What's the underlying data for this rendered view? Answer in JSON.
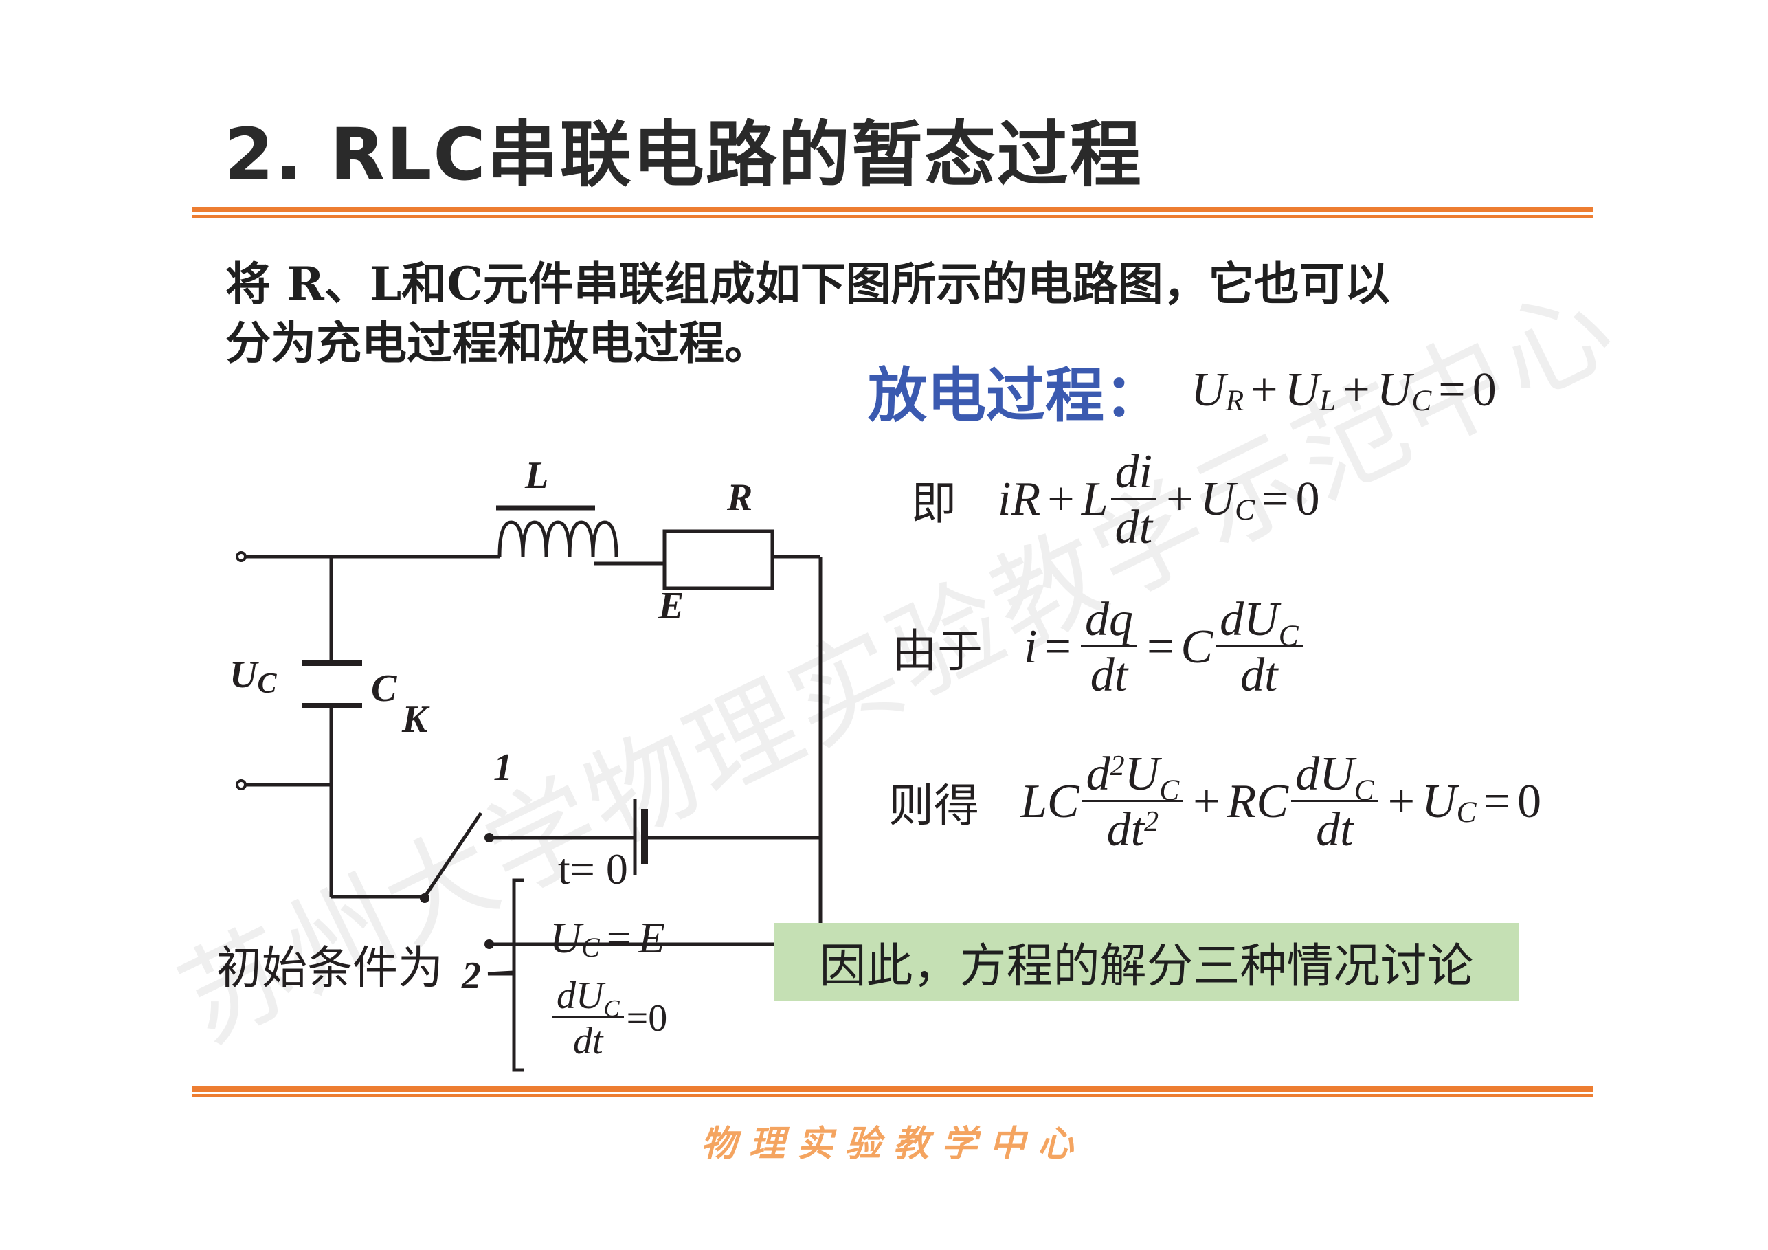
{
  "title": "2. RLC串联电路的暂态过程",
  "intro": {
    "line1": "将 R、L和C元件串联组成如下图所示的电路图，它也可以",
    "line2": "分为充电过程和放电过程。"
  },
  "watermark": "苏州大学物理实验教学示范中心",
  "circuit": {
    "labels": {
      "L": "L",
      "R": "R",
      "Uc_main": "U",
      "Uc_sub": "C",
      "C": "C",
      "E": "E",
      "K": "K",
      "contact1": "1",
      "contact2": "2"
    }
  },
  "discharge": {
    "label": "放电过程：",
    "eq": {
      "U1": "U",
      "s1": "R",
      "p1": "+",
      "U2": "U",
      "s2": "L",
      "p2": "+",
      "U3": "U",
      "s3": "C",
      "eq": "=",
      "zero": "0"
    }
  },
  "step1": {
    "label": "即",
    "eq": {
      "a": "iR",
      "p1": "+",
      "b": "L",
      "num": "di",
      "den": "dt",
      "p2": "+",
      "U": "U",
      "s": "C",
      "eq": "=",
      "zero": "0"
    }
  },
  "step2": {
    "label": "由于",
    "eq": {
      "i": "i",
      "eq1": "=",
      "num1": "dq",
      "den1": "dt",
      "eq2": "=",
      "C": "C",
      "num2": "dU",
      "num2sub": "C",
      "den2": "dt"
    }
  },
  "step3": {
    "label": "则得",
    "eq": {
      "LC": "LC",
      "n1a": "d",
      "n1sup": "2",
      "n1b": "U",
      "n1sub": "C",
      "d1": "dt",
      "d1sup": "2",
      "p1": "+",
      "RC": "RC",
      "n2": "dU",
      "n2sub": "C",
      "d2": "dt",
      "p2": "+",
      "U": "U",
      "s": "C",
      "eq": "=",
      "zero": "0"
    }
  },
  "initial": {
    "label": "初始条件为",
    "c1": "t= 0",
    "c2": {
      "U": "U",
      "s": "C",
      "eq": "=",
      "E": "E"
    },
    "c3": {
      "num": "dU",
      "sub": "C",
      "den": "dt",
      "rhs": "=0"
    }
  },
  "conclusion": "因此，方程的解分三种情况讨论",
  "footer": "物理实验教学中心",
  "colors": {
    "accent": "#ed7d31",
    "blue": "#3b5ab0",
    "green": "#c5e0b4",
    "footer": "#f4a460"
  }
}
